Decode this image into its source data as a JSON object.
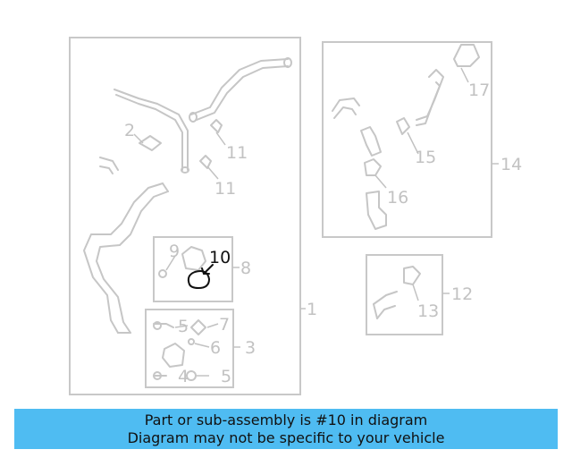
{
  "diagram": {
    "highlight_color": "#111111",
    "muted_color": "#c2c2c2",
    "callouts": {
      "c1": "1",
      "c2": "2",
      "c3": "3",
      "c4": "4",
      "c5a": "5",
      "c5b": "5",
      "c6": "6",
      "c7": "7",
      "c8": "8",
      "c9": "9",
      "c10": "10",
      "c11a": "11",
      "c11b": "11",
      "c12": "12",
      "c13": "13",
      "c14": "14",
      "c15": "15",
      "c16": "16",
      "c17": "17"
    }
  },
  "banner": {
    "line1": "Part or sub-assembly is #10 in diagram",
    "line2": "Diagram may not be specific to your vehicle",
    "background": "#4fbcf2"
  }
}
